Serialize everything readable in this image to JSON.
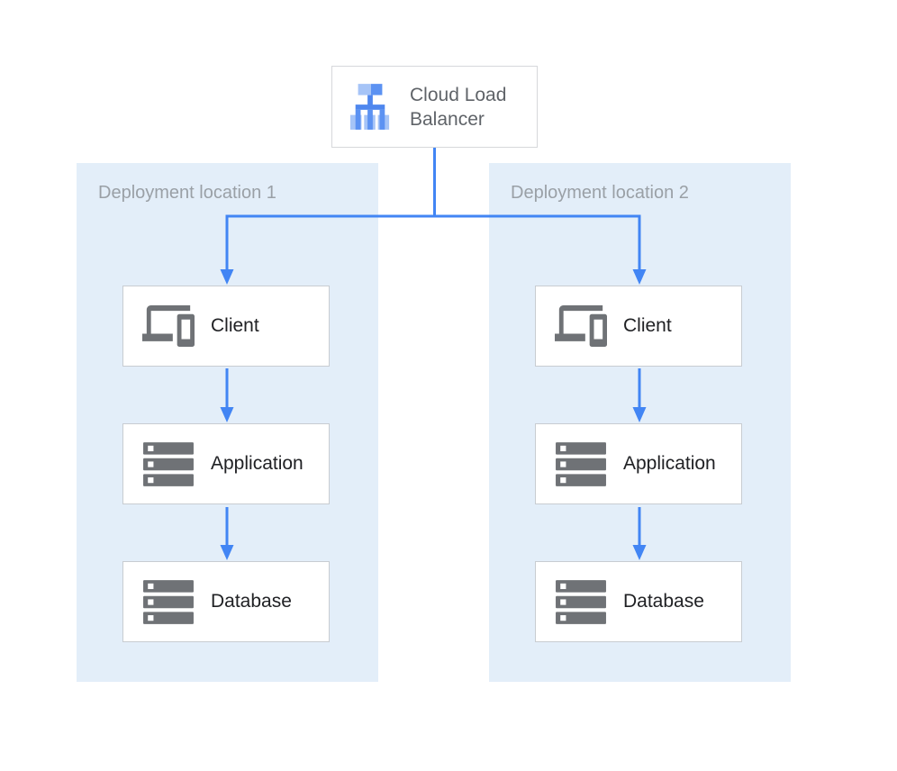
{
  "colors": {
    "arrow_blue": "#4285f4",
    "panel_bg": "#e3eef9",
    "node_border": "#c8ccd1",
    "lb_border": "#d6d8db",
    "node_text": "#202124",
    "panel_label_text": "#9aa0a6",
    "lb_label_text": "#5f6368",
    "icon_gray": "#6f7276",
    "lb_icon_light_blue": "#a6c4f7",
    "lb_icon_medium_blue": "#5c92f2"
  },
  "load_balancer": {
    "label": "Cloud Load Balancer",
    "icon": "load-balancer-icon"
  },
  "deployments": [
    {
      "label": "Deployment location 1",
      "nodes": [
        {
          "label": "Client",
          "icon": "devices-icon"
        },
        {
          "label": "Application",
          "icon": "server-stack-icon"
        },
        {
          "label": "Database",
          "icon": "server-stack-icon"
        }
      ]
    },
    {
      "label": "Deployment location 2",
      "nodes": [
        {
          "label": "Client",
          "icon": "devices-icon"
        },
        {
          "label": "Application",
          "icon": "server-stack-icon"
        },
        {
          "label": "Database",
          "icon": "server-stack-icon"
        }
      ]
    }
  ]
}
